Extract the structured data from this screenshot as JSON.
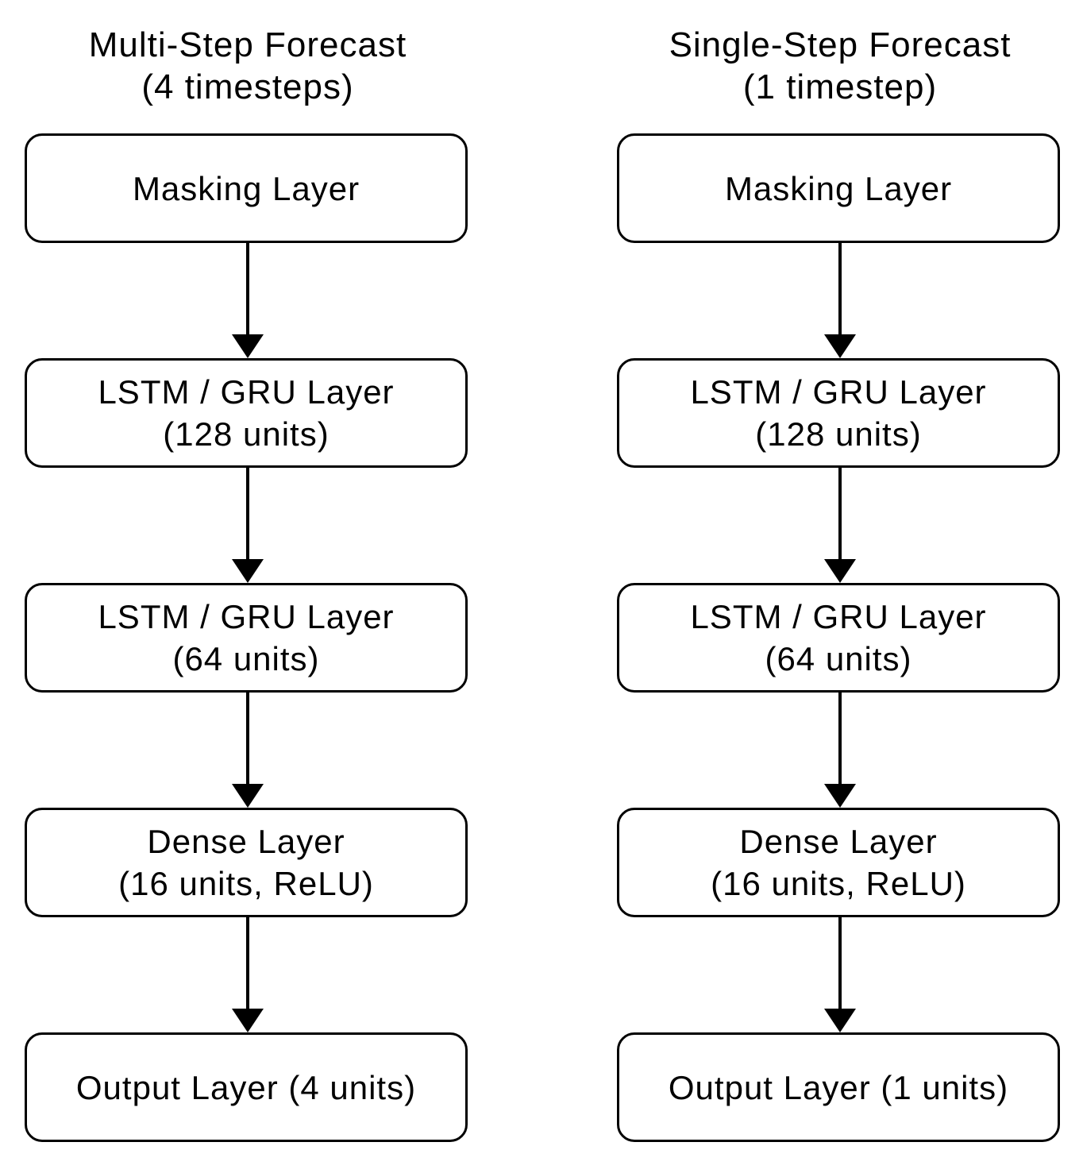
{
  "columns": [
    {
      "title_line1": "Multi-Step Forecast",
      "title_line2": "(4 timesteps)",
      "layers": [
        {
          "line1": "Masking Layer",
          "line2": ""
        },
        {
          "line1": "LSTM / GRU Layer",
          "line2": "(128 units)"
        },
        {
          "line1": "LSTM / GRU Layer",
          "line2": "(64 units)"
        },
        {
          "line1": "Dense Layer",
          "line2": "(16 units, ReLU)"
        },
        {
          "line1": "Output Layer (4 units)",
          "line2": ""
        }
      ]
    },
    {
      "title_line1": "Single-Step Forecast",
      "title_line2": "(1 timestep)",
      "layers": [
        {
          "line1": "Masking Layer",
          "line2": ""
        },
        {
          "line1": "LSTM / GRU Layer",
          "line2": "(128 units)"
        },
        {
          "line1": "LSTM / GRU Layer",
          "line2": "(64 units)"
        },
        {
          "line1": "Dense Layer",
          "line2": "(16 units, ReLU)"
        },
        {
          "line1": "Output Layer (1 units)",
          "line2": ""
        }
      ]
    }
  ],
  "colors": {
    "stroke": "#000000",
    "background": "#ffffff"
  }
}
